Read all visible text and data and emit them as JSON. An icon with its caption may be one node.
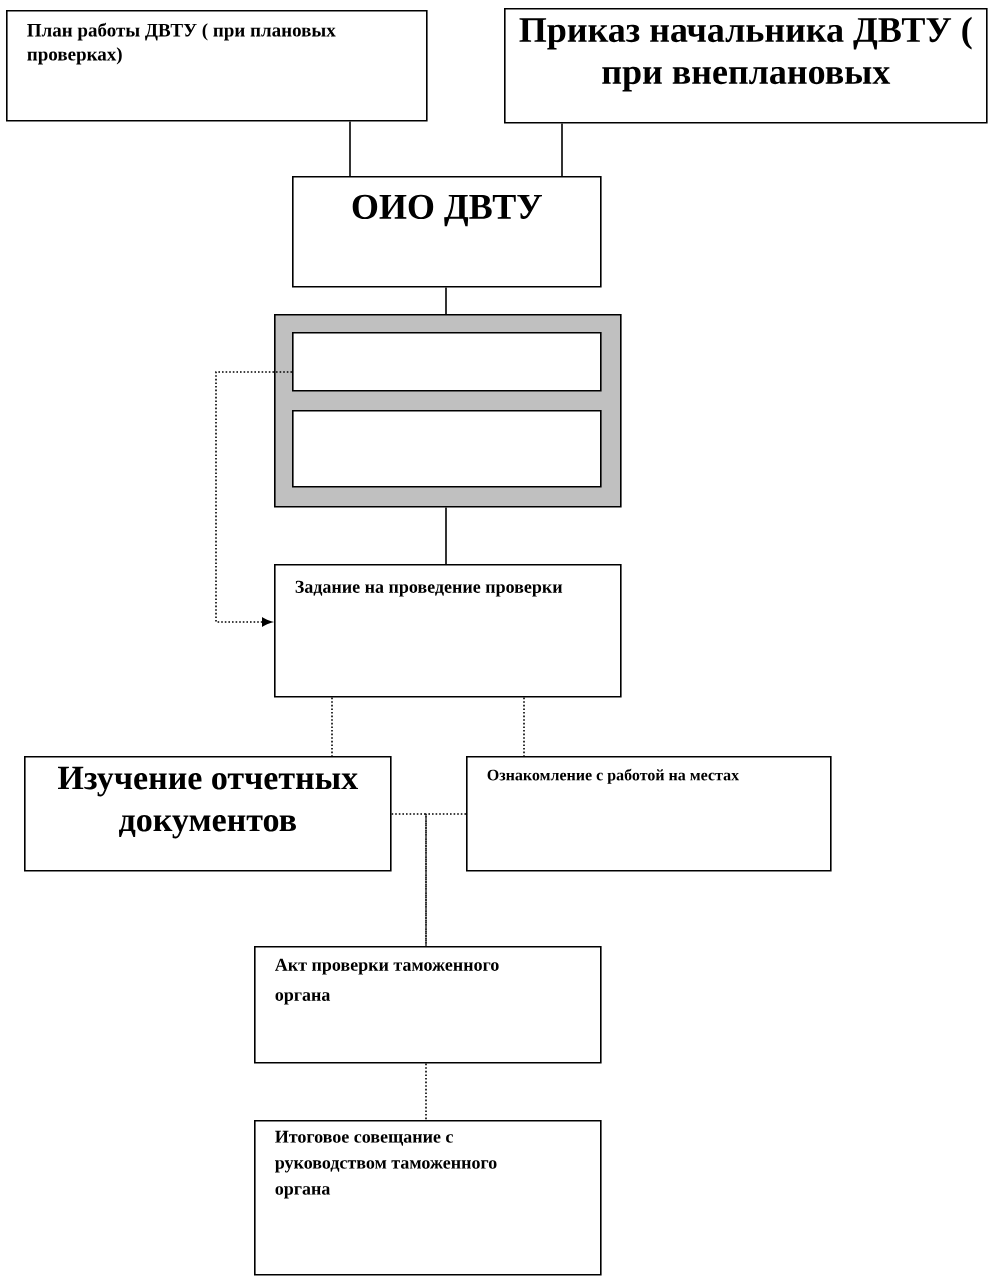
{
  "diagram": {
    "nodes": [
      {
        "text": [
          "План работы ДВТУ ( при плановых проверках)"
        ]
      },
      {
        "text": [
          "Приказ начальника ДВТУ ( при внеплановых"
        ]
      },
      {
        "text": [
          "ОИО ДВТУ"
        ]
      },
      {
        "text": [],
        "shape": "box"
      },
      {
        "text": [],
        "shape": "box",
        "in": 3
      },
      {
        "text": [],
        "shape": "box",
        "in": 3
      },
      {
        "text": [
          "Задание на проведение проверки"
        ]
      },
      {
        "text": [
          "Изучение отчетных документов"
        ]
      },
      {
        "text": [
          "Ознакомление с работой на местах"
        ]
      },
      {
        "text": [
          "Акт проверки таможенного органа"
        ]
      },
      {
        "text": [
          "Итоговое совещание с руководством таможенного органа"
        ]
      }
    ],
    "edges": [
      {
        "from": 0,
        "to": 2,
        "arrow": "none"
      },
      {
        "from": 1,
        "to": 2,
        "arrow": "none"
      },
      {
        "from": 2,
        "to": 3,
        "arrow": "none"
      },
      {
        "from": 3,
        "to": 6,
        "arrow": "none"
      },
      {
        "from": 4,
        "to": 6,
        "arrow": "to",
        "style": "dashed"
      },
      {
        "from": 6,
        "to": 7,
        "arrow": "none",
        "style": "dashed"
      },
      {
        "from": 6,
        "to": 8,
        "arrow": "none",
        "style": "dashed"
      },
      {
        "from": 7,
        "to": 9,
        "arrow": "none",
        "style": "dashed"
      },
      {
        "from": 8,
        "to": 9,
        "arrow": "none",
        "style": "dashed"
      },
      {
        "from": 9,
        "to": 10,
        "arrow": "none",
        "style": "dashed"
      }
    ]
  }
}
